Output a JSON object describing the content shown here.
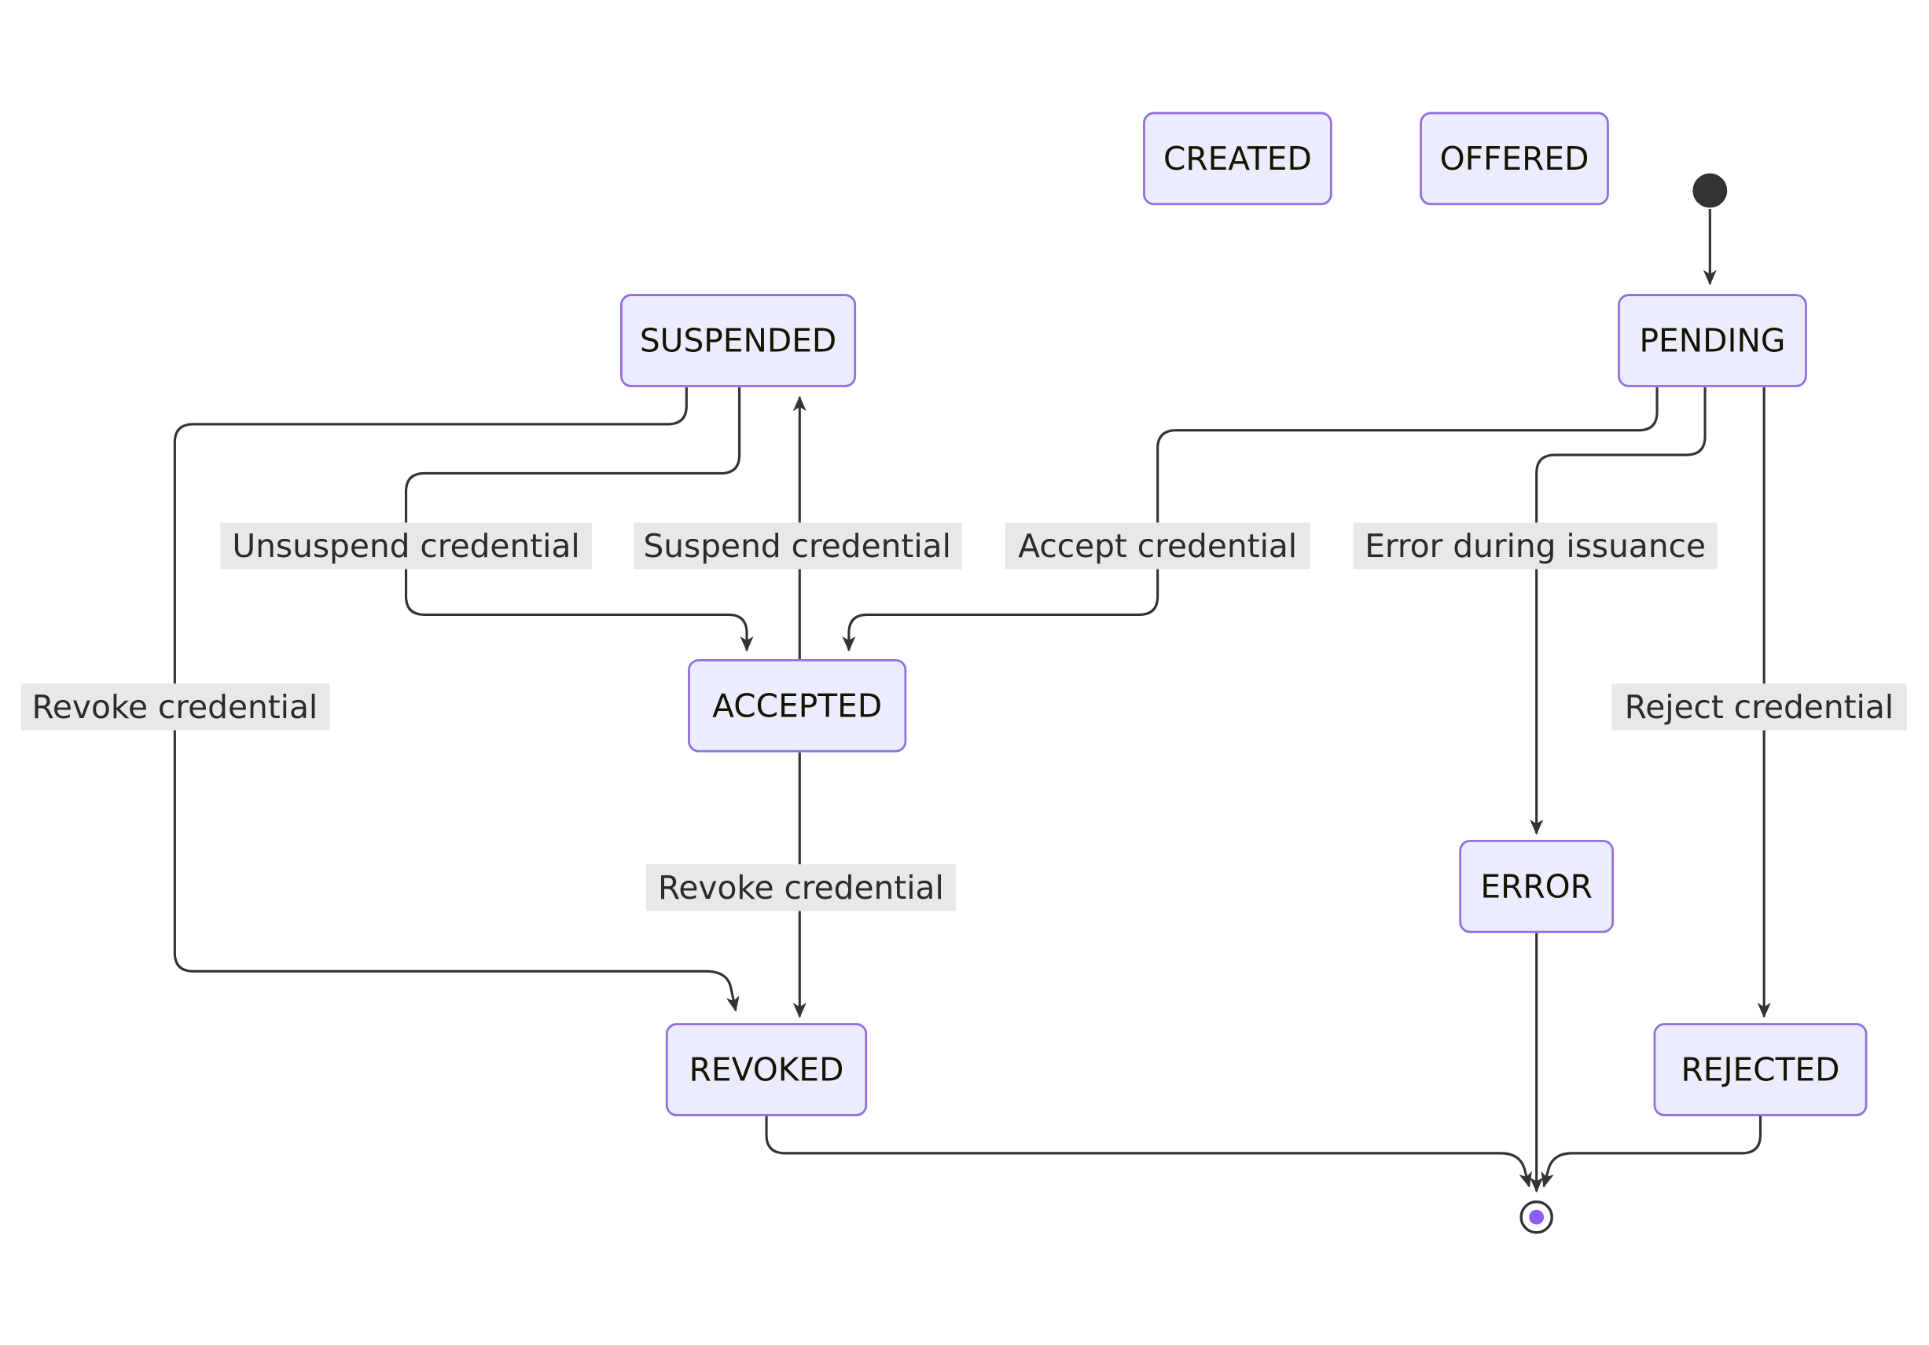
{
  "diagram": {
    "type": "state-diagram",
    "states": [
      {
        "id": "CREATED",
        "label": "CREATED"
      },
      {
        "id": "OFFERED",
        "label": "OFFERED"
      },
      {
        "id": "PENDING",
        "label": "PENDING"
      },
      {
        "id": "SUSPENDED",
        "label": "SUSPENDED"
      },
      {
        "id": "ACCEPTED",
        "label": "ACCEPTED"
      },
      {
        "id": "ERROR",
        "label": "ERROR"
      },
      {
        "id": "REVOKED",
        "label": "REVOKED"
      },
      {
        "id": "REJECTED",
        "label": "REJECTED"
      }
    ],
    "transitions": [
      {
        "from": "[*]",
        "to": "PENDING",
        "label": ""
      },
      {
        "from": "SUSPENDED",
        "to": "ACCEPTED",
        "label": "Unsuspend credential"
      },
      {
        "from": "ACCEPTED",
        "to": "SUSPENDED",
        "label": "Suspend credential"
      },
      {
        "from": "PENDING",
        "to": "ACCEPTED",
        "label": "Accept credential"
      },
      {
        "from": "PENDING",
        "to": "ERROR",
        "label": "Error during issuance"
      },
      {
        "from": "SUSPENDED",
        "to": "REVOKED",
        "label": "Revoke credential"
      },
      {
        "from": "PENDING",
        "to": "REJECTED",
        "label": "Reject credential"
      },
      {
        "from": "ACCEPTED",
        "to": "REVOKED",
        "label": "Revoke credential"
      },
      {
        "from": "REVOKED",
        "to": "[*]",
        "label": ""
      },
      {
        "from": "ERROR",
        "to": "[*]",
        "label": ""
      },
      {
        "from": "REJECTED",
        "to": "[*]",
        "label": ""
      }
    ],
    "colors": {
      "state_fill": "#ECECFF",
      "state_border": "#9370DB",
      "edge": "#333333",
      "label_background": "#e8e8e8",
      "text": "#131300",
      "initial_dot": "#333333",
      "final_dot": "#8b5cf6"
    }
  }
}
